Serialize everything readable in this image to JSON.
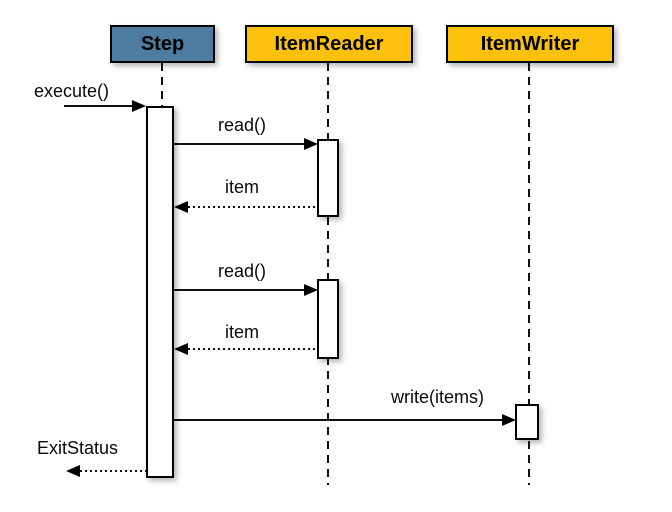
{
  "diagram_type": "uml-sequence",
  "lifelines": [
    {
      "id": "step",
      "label": "Step"
    },
    {
      "id": "item-reader",
      "label": "ItemReader"
    },
    {
      "id": "item-writer",
      "label": "ItemWriter"
    }
  ],
  "messages": [
    {
      "label": "execute()",
      "from": "external",
      "to": "step",
      "style": "solid"
    },
    {
      "label": "read()",
      "from": "step",
      "to": "item-reader",
      "style": "solid"
    },
    {
      "label": "item",
      "from": "item-reader",
      "to": "step",
      "style": "dotted"
    },
    {
      "label": "read()",
      "from": "step",
      "to": "item-reader",
      "style": "solid"
    },
    {
      "label": "item",
      "from": "item-reader",
      "to": "step",
      "style": "dotted"
    },
    {
      "label": "write(items)",
      "from": "step",
      "to": "item-writer",
      "style": "solid"
    },
    {
      "label": "ExitStatus",
      "from": "step",
      "to": "external",
      "style": "dotted"
    }
  ],
  "colors": {
    "step_header": "#4D7CA0",
    "reader_header": "#FBC10D",
    "writer_header": "#FBC10D",
    "box_border": "#000000",
    "line": "#111111",
    "background": "#FFFFFF"
  }
}
